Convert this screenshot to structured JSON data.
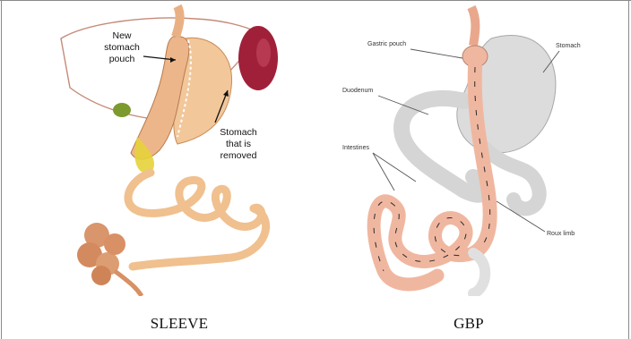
{
  "sleeve": {
    "caption": "SLEEVE",
    "labels": {
      "pouch_line1": "New",
      "pouch_line2": "stomach",
      "pouch_line3": "pouch",
      "removed_line1": "Stomach",
      "removed_line2": "that is",
      "removed_line3": "removed"
    }
  },
  "gbp": {
    "caption": "GBP",
    "labels": {
      "gastric_pouch": "Gastric pouch",
      "stomach": "Stomach",
      "duodenum": "Duodenum",
      "intestines": "Intestines",
      "roux_limb": "Roux limb"
    }
  },
  "colors": {
    "tissue": "#f2c79a",
    "tissue_dark": "#c98b57",
    "spleen": "#a0203a",
    "gallbladder": "#7d9a2e",
    "bile": "#e6d23a",
    "pink": "#f0b7a0",
    "grey": "#d9d9d9"
  }
}
